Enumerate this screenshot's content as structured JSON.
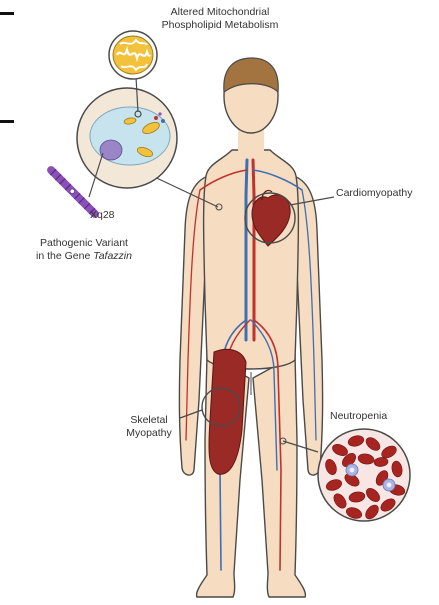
{
  "labels": {
    "metabolism_line1": "Altered Mitochondrial",
    "metabolism_line2": "Phospholipid Metabolism",
    "chromosome_locus": "Xq28",
    "variant_line1": "Pathogenic Variant",
    "variant_line2_prefix": "in the Gene ",
    "variant_gene": "Tafazzin",
    "cardio": "Cardiomyopathy",
    "skeletal_line1": "Skeletal",
    "skeletal_line2": "Myopathy",
    "neutropenia": "Neutropenia"
  },
  "colors": {
    "skin": "#f6dcc1",
    "hair": "#a3743f",
    "outline": "#4a4a4a",
    "tissue_red": "#9a2a26",
    "artery_red": "#c0322c",
    "vein_blue": "#3e6fb3",
    "cell_blue": "#c6e3ee",
    "mito_yellow": "#f2c23c",
    "chromosome_purple": "#8b4fb8",
    "wbc_lilac": "#a9b4e0"
  },
  "icons": [
    "mitochondrion-icon",
    "cell-icon",
    "chromosome-icon",
    "heart-icon",
    "muscle-icon",
    "red-blood-cell-icon"
  ]
}
